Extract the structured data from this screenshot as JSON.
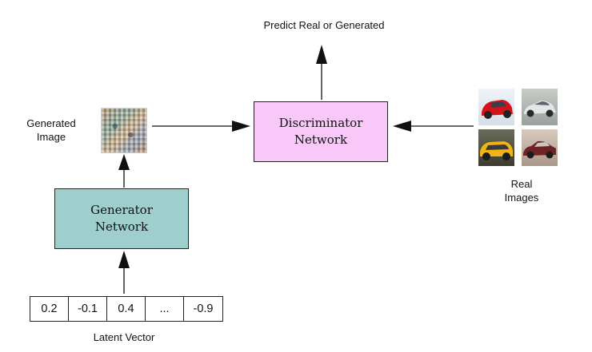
{
  "output_label": "Predict Real or Generated",
  "generated_image": {
    "label": "Generated\nImage"
  },
  "real_images": {
    "label": "Real\nImages",
    "count": 4
  },
  "discriminator": {
    "label": "Discriminator\nNetwork",
    "color": "#f8c8f8"
  },
  "generator": {
    "label": "Generator\nNetwork",
    "color": "#9ecfcc"
  },
  "latent_vector": {
    "label": "Latent Vector",
    "values": [
      "0.2",
      "-0.1",
      "0.4",
      "...",
      "-0.9"
    ]
  }
}
